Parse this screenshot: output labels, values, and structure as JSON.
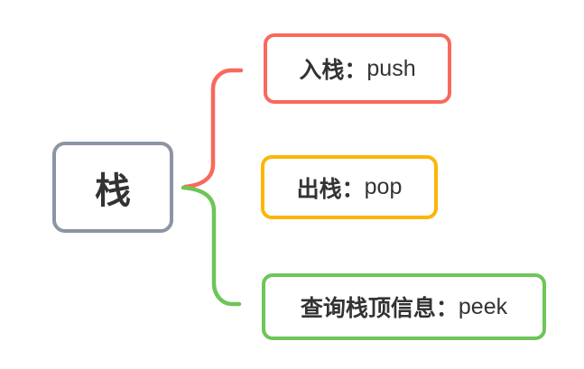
{
  "canvas": {
    "background_color": "#ffffff",
    "text_color": "#333333"
  },
  "root": {
    "label": "栈",
    "border_color": "#8c95a4"
  },
  "branches": [
    {
      "prefix": "入栈：",
      "term": "push",
      "border_color": "#f9695c"
    },
    {
      "prefix": "出栈：",
      "term": "pop",
      "border_color": "#fcb608"
    },
    {
      "prefix": "查询栈顶信息：",
      "term": "peek",
      "border_color": "#6ec558"
    }
  ],
  "connectors": [
    {
      "target": "入栈：push",
      "color": "#f9695c"
    },
    {
      "target": "查询栈顶信息：peek",
      "color": "#6ec558"
    }
  ]
}
